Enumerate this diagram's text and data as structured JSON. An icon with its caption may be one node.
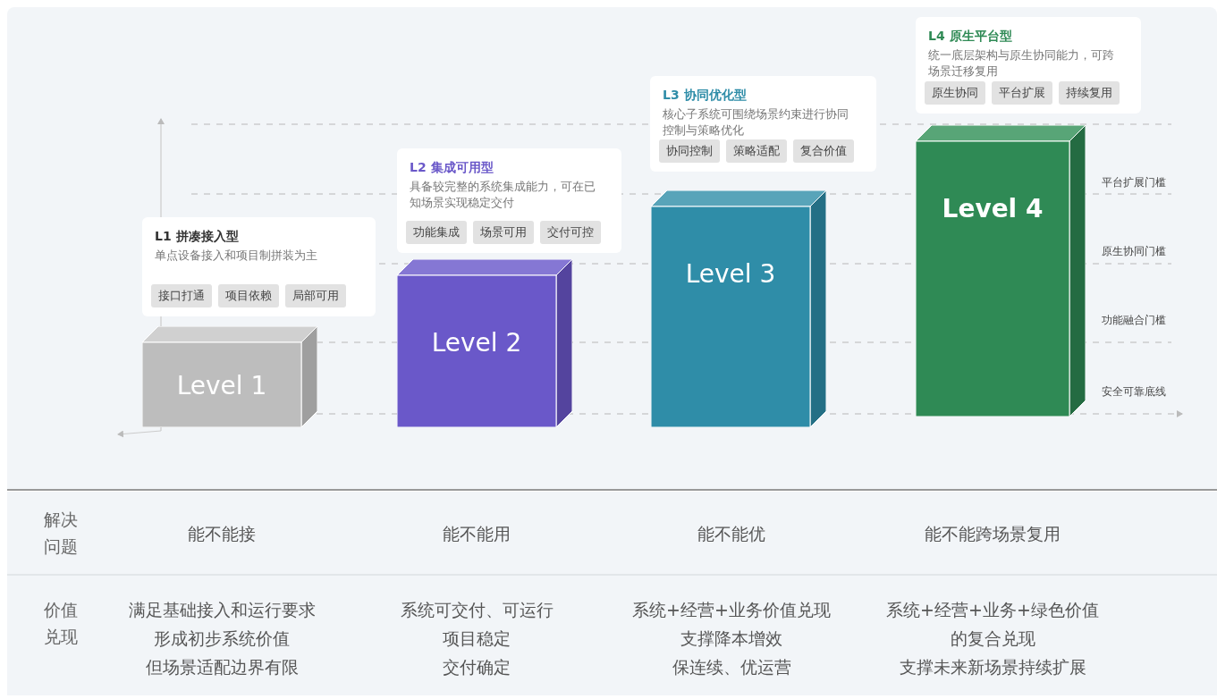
{
  "diagram": {
    "nodes": [
      {
        "text": [
          "L1 拼凑接入型",
          "单点设备接入和项目制拼装为主"
        ]
      },
      {
        "text": [
          "接口打通"
        ],
        "in": 0
      },
      {
        "text": [
          "项目依赖"
        ],
        "in": 0
      },
      {
        "text": [
          "局部可用"
        ],
        "in": 0
      },
      {
        "text": [
          "L2 集成可用型",
          "具备较完整的系统集成能力，可在已知场景实现稳定交付"
        ]
      },
      {
        "text": [
          "功能集成"
        ],
        "in": 4
      },
      {
        "text": [
          "场景可用"
        ],
        "in": 4
      },
      {
        "text": [
          "交付可控"
        ],
        "in": 4
      },
      {
        "text": [
          "L3 协同优化型",
          "核心子系统可围绕场景约束进行协同控制与策略优化"
        ]
      },
      {
        "text": [
          "协同控制"
        ],
        "in": 8
      },
      {
        "text": [
          "策略适配"
        ],
        "in": 8
      },
      {
        "text": [
          "复合价值"
        ],
        "in": 8
      },
      {
        "text": [
          "L4 原生平台型",
          "统一底层架构与原生协同能力，可跨场景迁移复用"
        ]
      },
      {
        "text": [
          "原生协同"
        ],
        "in": 12
      },
      {
        "text": [
          "平台扩展"
        ],
        "in": 12
      },
      {
        "text": [
          "持续复用"
        ],
        "in": 12
      },
      {
        "text": [
          "Level 1"
        ]
      },
      {
        "text": [
          "Level 2"
        ]
      },
      {
        "text": [
          "Level 3"
        ]
      },
      {
        "text": [
          "Level 4"
        ]
      }
    ],
    "labels": [
      "平台扩展门槛",
      "原生协同门槛",
      "功能融合门槛",
      "安全可靠底线",
      "解决问题",
      "能不能接",
      "能不能用",
      "能不能优",
      "能不能跨场景复用",
      "价值兑现",
      "满足基础接入和运行要求",
      "系统可交付、可运行",
      "系统+经营+业务价值兑现",
      "系统+经营+业务+绿色价值",
      "形成初步系统价值",
      "项目稳定",
      "支撑降本增效",
      "的复合兑现",
      "但场景适配边界有限",
      "交付确定",
      "保连续、优运营",
      "支撑未来新场景持续扩展"
    ]
  }
}
